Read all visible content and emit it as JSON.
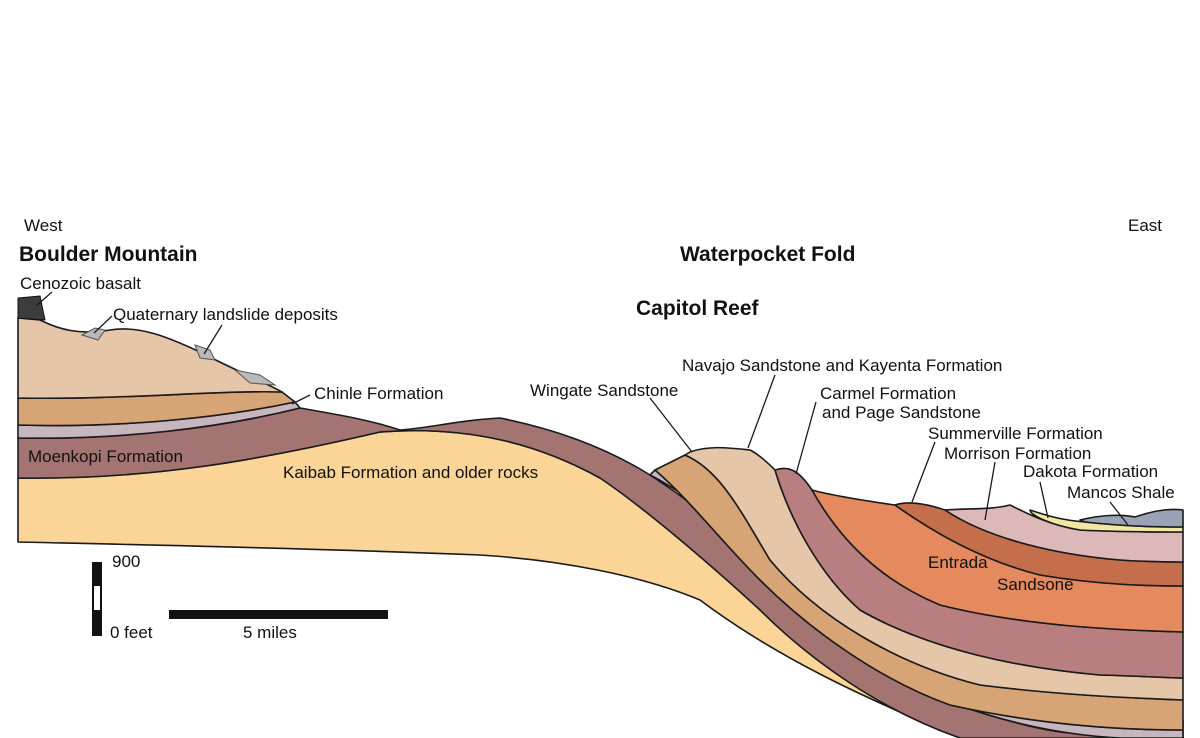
{
  "directions": {
    "west": "West",
    "east": "East"
  },
  "titles": {
    "boulder_mountain": "Boulder Mountain",
    "waterpocket_fold": "Waterpocket Fold",
    "capitol_reef": "Capitol Reef"
  },
  "formations": {
    "cenozoic_basalt": "Cenozoic basalt",
    "quaternary_landslide": "Quaternary landslide deposits",
    "chinle": "Chinle Formation",
    "moenkopi": "Moenkopi Formation",
    "kaibab": "Kaibab Formation and older rocks",
    "wingate": "Wingate Sandstone",
    "navajo_kayenta": "Navajo Sandstone and Kayenta Formation",
    "carmel_line1": "Carmel Formation",
    "carmel_line2": "and Page Sandstone",
    "summerville": "Summerville Formation",
    "morrison": "Morrison Formation",
    "dakota": "Dakota Formation",
    "mancos": "Mancos Shale",
    "entrada_line1": "Entrada",
    "entrada_line2": "Sandsone"
  },
  "scale": {
    "vertical_top": "900",
    "vertical_bottom": "0 feet",
    "horizontal": "5 miles"
  },
  "colors": {
    "kaibab": "#fad597",
    "moenkopi": "#a47472",
    "chinle": "#c8b6bf",
    "wingate": "#d7a476",
    "navajo": "#e6c6a8",
    "carmel": "#b97f80",
    "entrada": "#e58a5e",
    "summerville": "#c46e4c",
    "morrison": "#dcb8b8",
    "dakota": "#f2e7a0",
    "mancos": "#99a3b5",
    "landslide": "#b9b9b9",
    "basalt": "#3c3c3c"
  }
}
